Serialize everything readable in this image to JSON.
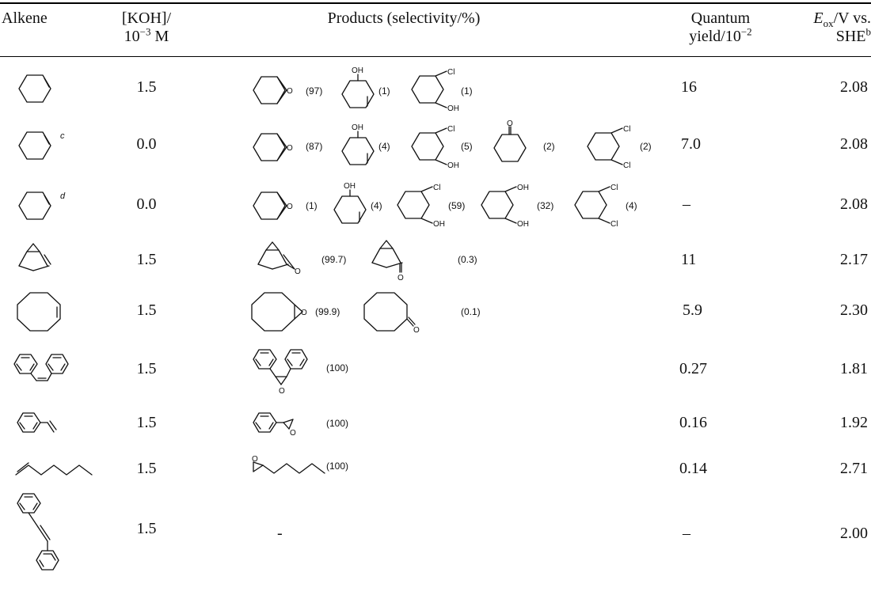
{
  "headers": {
    "alkene": "Alkene",
    "koh_line1": "[KOH]/",
    "koh_line2_base": "10",
    "koh_line2_exp": "−3",
    "koh_line2_unit": " M",
    "products": "Products (selectivity/%)",
    "qy_line1": "Quantum",
    "qy_line2_base": "yield/10",
    "qy_line2_exp": "−2",
    "eox_E": "E",
    "eox_sub": "ox",
    "eox_rest": "/V vs.",
    "eox_line2": "SHE",
    "eox_sup": "b"
  },
  "chem_labels": {
    "O": "O",
    "OH": "OH",
    "Cl": "Cl"
  },
  "rows": [
    {
      "koh": "1.5",
      "cond": "",
      "selectivities": [
        "(97)",
        "(1)",
        "(1)"
      ],
      "qy": "16",
      "eox": "2.08"
    },
    {
      "koh": "0.0",
      "cond": "c",
      "selectivities": [
        "(87)",
        "(4)",
        "(5)",
        "(2)",
        "(2)"
      ],
      "qy": "7.0",
      "eox": "2.08"
    },
    {
      "koh": "0.0",
      "cond": "d",
      "selectivities": [
        "(1)",
        "(4)",
        "(59)",
        "(32)",
        "(4)"
      ],
      "qy": "–",
      "eox": "2.08"
    },
    {
      "koh": "1.5",
      "cond": "",
      "selectivities": [
        "(99.7)",
        "(0.3)"
      ],
      "qy": "11",
      "eox": "2.17"
    },
    {
      "koh": "1.5",
      "cond": "",
      "selectivities": [
        "(99.9)",
        "(0.1)"
      ],
      "qy": "5.9",
      "eox": "2.30"
    },
    {
      "koh": "1.5",
      "cond": "",
      "selectivities": [
        "(100)"
      ],
      "qy": "0.27",
      "eox": "1.81"
    },
    {
      "koh": "1.5",
      "cond": "",
      "selectivities": [
        "(100)"
      ],
      "qy": "0.16",
      "eox": "1.92"
    },
    {
      "koh": "1.5",
      "cond": "",
      "selectivities": [
        "(100)"
      ],
      "qy": "0.14",
      "eox": "2.71"
    },
    {
      "koh": "1.5",
      "cond": "",
      "selectivities": [],
      "product_placeholder": "-",
      "qy": "–",
      "eox": "2.00"
    }
  ]
}
